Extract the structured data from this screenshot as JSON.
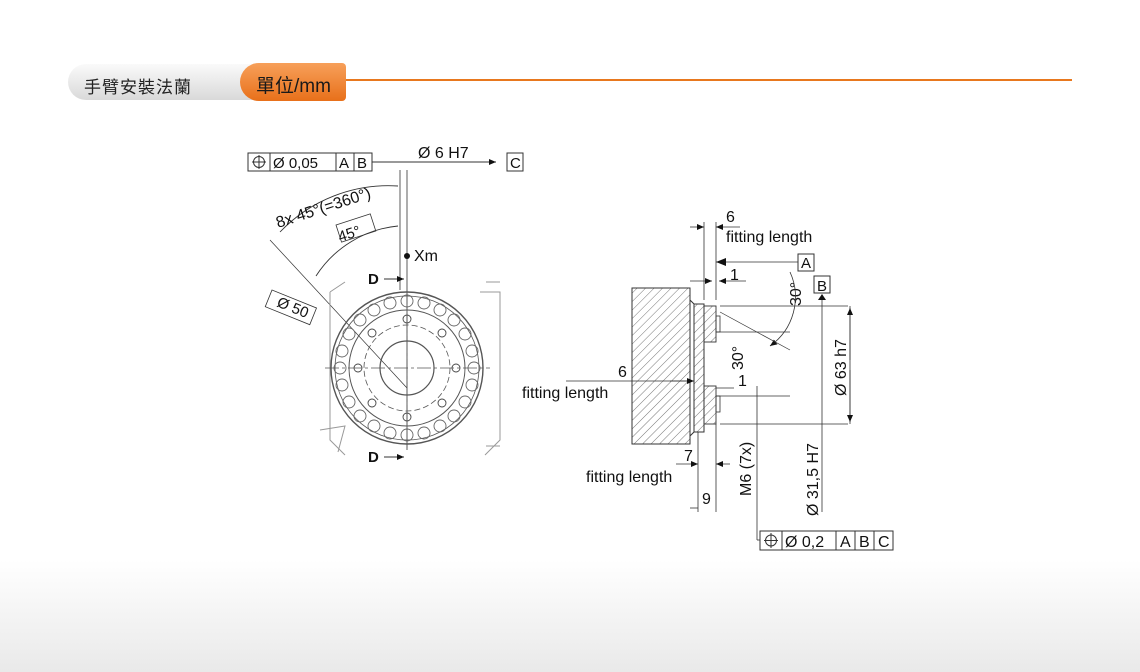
{
  "header": {
    "title": "手臂安裝法蘭",
    "unit": "單位/mm",
    "accent_color": "#e8781e"
  },
  "front_view": {
    "fcf_tolerance": "Ø 0,05",
    "fcf_datum_1": "A",
    "fcf_datum_2": "B",
    "pin_hole_label": "Ø 6 H7",
    "pin_hole_datum": "C",
    "angle_pattern": "8x 45°(=360°)",
    "angle_single": "45°",
    "point_label": "Xm",
    "circle_diameter": "Ø 50",
    "section_label_top": "D",
    "section_label_bottom": "D"
  },
  "side_view": {
    "dim_top_value": "6",
    "dim_top_caption": "fitting length",
    "datum_a": "A",
    "dim_one_top": "1",
    "angle_top": "30°",
    "datum_b": "B",
    "angle_inner": "30°",
    "dim_six_left": "6",
    "fitting_left": "fitting length",
    "dim_one_mid": "1",
    "dia_outer": "Ø 63 h7",
    "dim_seven": "7",
    "fitting_bottom": "fitting length",
    "thread": "M6 (7x)",
    "dim_nine": "9",
    "dia_inner": "Ø 31,5 H7",
    "fcf_tolerance": "Ø 0,2",
    "fcf_datum_1": "A",
    "fcf_datum_2": "B",
    "fcf_datum_3": "C"
  }
}
